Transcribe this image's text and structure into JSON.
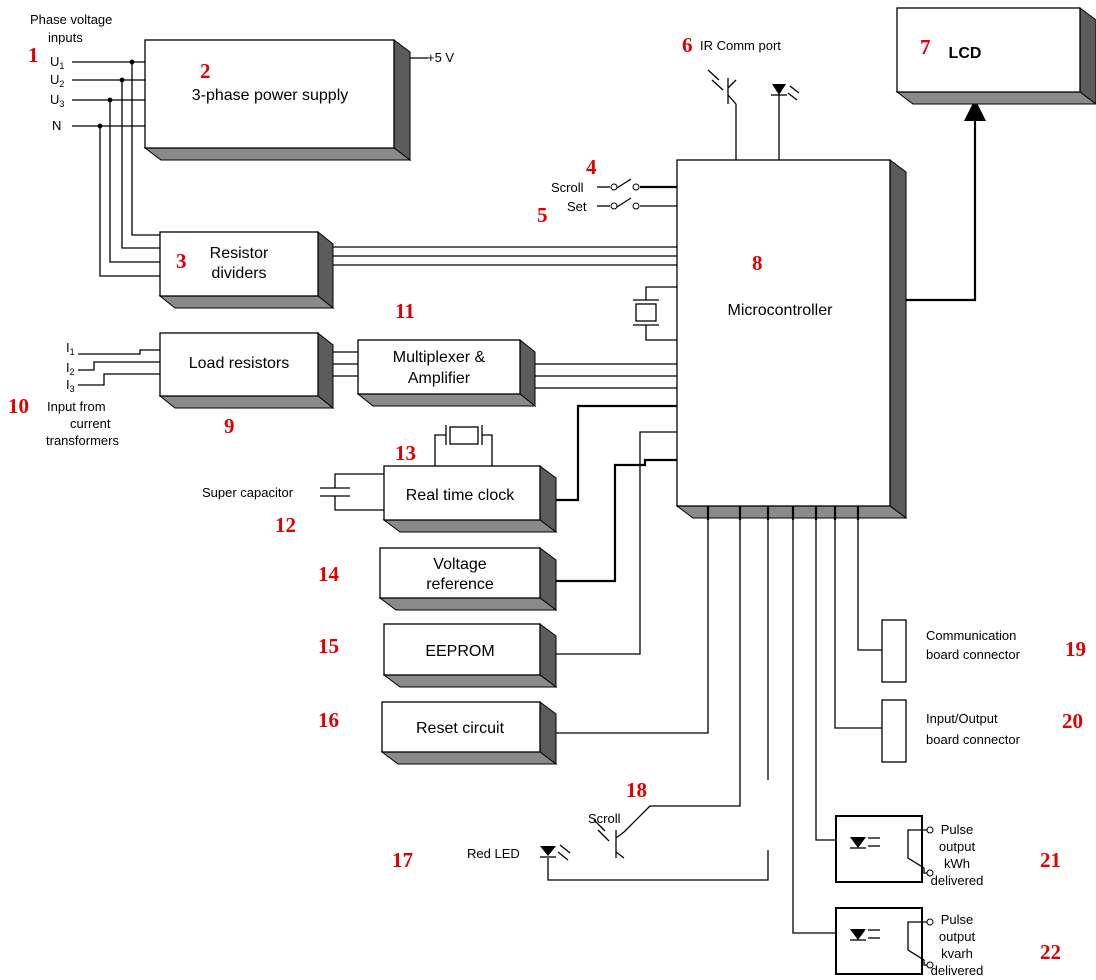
{
  "labels": {
    "phase_inputs_1": "Phase voltage",
    "phase_inputs_2": "inputs",
    "u1": "U",
    "u1_sub": "1",
    "u2": "U",
    "u2_sub": "2",
    "u3": "U",
    "u3_sub": "3",
    "n": "N",
    "plus5v": "+5 V",
    "ir_comm": "IR Comm port",
    "scroll": "Scroll",
    "set": "Set",
    "i1": "I",
    "i1_sub": "1",
    "i2": "I",
    "i2_sub": "2",
    "i3": "I",
    "i3_sub": "3",
    "ct_1": "Input from",
    "ct_2": "current",
    "ct_3": "transformers",
    "super_cap": "Super capacitor",
    "red_led": "Red LED",
    "scroll_bottom": "Scroll",
    "comm_1": "Communication",
    "comm_2": "board connector",
    "io_1": "Input/Output",
    "io_2": "board connector",
    "pulse1_1": "Pulse",
    "pulse1_2": "output",
    "pulse1_3": "kWh",
    "pulse1_4": "delivered",
    "pulse2_1": "Pulse",
    "pulse2_2": "output",
    "pulse2_3": "kvarh",
    "pulse2_4": "delivered"
  },
  "boxes": {
    "power_supply": "3-phase power supply",
    "resistor_1": "Resistor",
    "resistor_2": "dividers",
    "load": "Load resistors",
    "mux_1": "Multiplexer &",
    "mux_2": "Amplifier",
    "rtc": "Real time clock",
    "vref_1": "Voltage",
    "vref_2": "reference",
    "eeprom": "EEPROM",
    "reset": "Reset circuit",
    "mcu": "Microcontroller",
    "lcd": "LCD"
  },
  "numbers": {
    "n1": "1",
    "n2": "2",
    "n3": "3",
    "n4": "4",
    "n5": "5",
    "n6": "6",
    "n7": "7",
    "n8": "8",
    "n9": "9",
    "n10": "10",
    "n11": "11",
    "n12": "12",
    "n13": "13",
    "n14": "14",
    "n15": "15",
    "n16": "16",
    "n17": "17",
    "n18": "18",
    "n19": "19",
    "n20": "20",
    "n21": "21",
    "n22": "22"
  },
  "colors": {
    "number_red": "#e00000",
    "shadow_dark": "#5c5c5c",
    "shadow_light": "#8a8a8a"
  }
}
